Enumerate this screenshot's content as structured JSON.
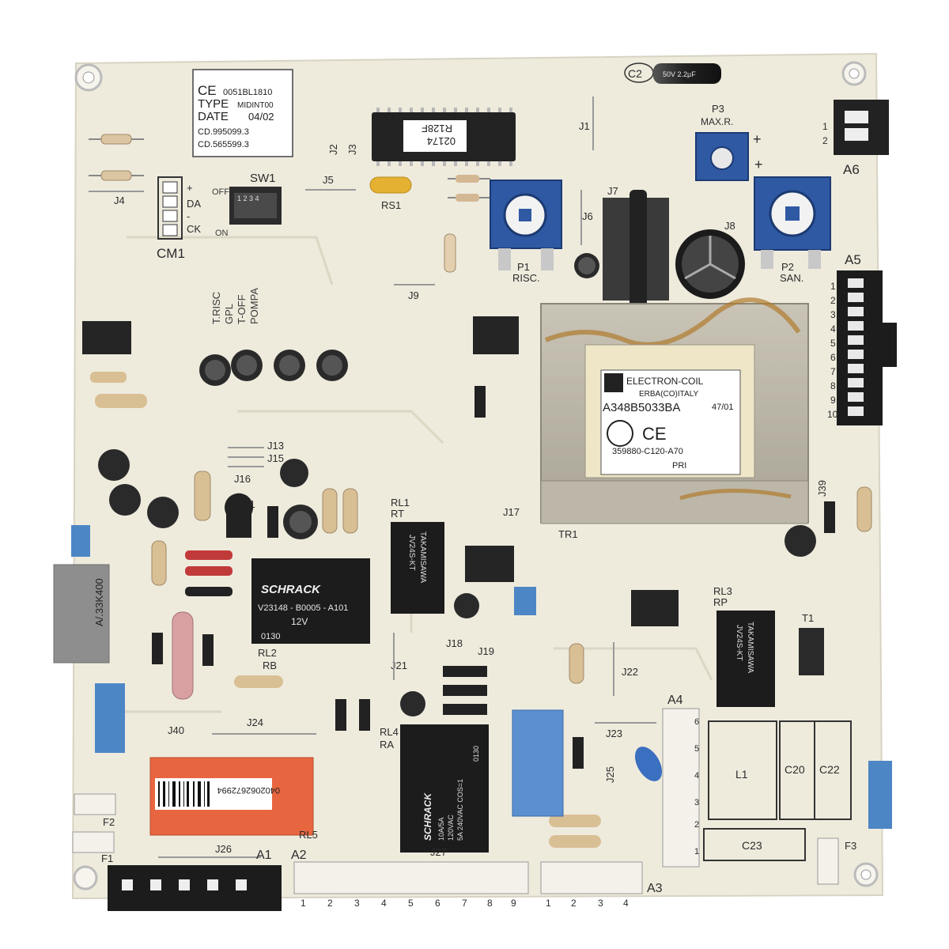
{
  "colors": {
    "board": "#eeebdd",
    "silkscreen": "#2b2b2b",
    "relay_body": "#1c1c1c",
    "trimmer_blue": "#2f59a3",
    "capacitor_blue": "#4d86c4",
    "orange_label": "#e8663f",
    "connector_white": "#f3f1ea",
    "transformer": "#d6d2c4",
    "electrolytic": "#2a2a2a"
  },
  "label_card": {
    "ce": "CE",
    "ce_code": "0051BL1810",
    "type_label": "TYPE",
    "type_value": "MIDINT00",
    "date_label": "DATE",
    "date_value": "04/02",
    "cd1": "CD.995099.3",
    "cd2": "CD.565599.3"
  },
  "chip_main": {
    "sticker_line1": "02174",
    "sticker_line2": "R128F"
  },
  "switch": {
    "name": "SW1",
    "off": "OFF",
    "on": "ON",
    "numbers": "1 2 3 4",
    "functions": [
      "T.RISC",
      "GPL",
      "T-OFF",
      "POMPA"
    ]
  },
  "cm1": {
    "name": "CM1",
    "plus": "+",
    "da": "DA",
    "minus": "-",
    "ck": "CK"
  },
  "trimmers": {
    "p1": {
      "name": "P1",
      "sub": "RISC."
    },
    "p2": {
      "name": "P2",
      "sub": "SAN."
    },
    "p3": {
      "name": "P3",
      "sub": "MAX.R."
    }
  },
  "capacitor_c2": {
    "name": "C2",
    "print": "50V 2.2µF"
  },
  "transformer": {
    "brand": "ELECTRON-COIL",
    "origin": "ERBA(CO)ITALY",
    "part": "A348B5033BA",
    "date": "47/01",
    "ce": "CE",
    "code": "359880-C120-A70",
    "pri": "PRI",
    "ref": "TR1"
  },
  "relay_main": {
    "brand": "SCHRACK",
    "part": "V23148 - B0005 - A101",
    "voltage": "12V",
    "date": "0130"
  },
  "relay_small": {
    "brand": "SCHRACK",
    "rating1": "10A/5A",
    "rating2": "120VAC",
    "rating3": "5A 240VAC COS=1",
    "code": "0130"
  },
  "relay_t": {
    "brand": "TAKAMISAWA",
    "model": "JV24S-KT"
  },
  "orange_component": {
    "code": "0402062672994"
  },
  "film_cap": {
    "print": "A/.33K400"
  },
  "labels": {
    "j1": "J1",
    "j2": "J2",
    "j3": "J3",
    "j4": "J4",
    "j5": "J5",
    "j6": "J6",
    "j7": "J7",
    "j8": "J8",
    "j9": "J9",
    "j13": "J13",
    "j15": "J15",
    "j16": "J16",
    "j17": "J17",
    "j18": "J18",
    "j19": "J19",
    "j21": "J21",
    "j22": "J22",
    "j23": "J23",
    "j24": "J24",
    "j25": "J25",
    "j26": "J26",
    "j27": "J27",
    "j39": "J39",
    "j40": "J40",
    "rs1": "RS1",
    "scr1": "SCR1",
    "rl1": "RL1",
    "rt": "RT",
    "rl2": "RL2",
    "rb": "RB",
    "rl3": "RL3",
    "rp": "RP",
    "rl4": "RL4",
    "ra": "RA",
    "rl5": "RL5",
    "t1": "T1",
    "f1": "F1",
    "f2": "F2",
    "f3": "F3",
    "l1": "L1",
    "c20": "C20",
    "c22": "C22",
    "c23": "C23",
    "a1": "A1",
    "a2": "A2",
    "a3": "A3",
    "a4": "A4",
    "a5": "A5",
    "a6": "A6",
    "a6_pin1": "1",
    "a6_pin2": "2"
  },
  "a2_pins": [
    "1",
    "2",
    "3",
    "4",
    "5",
    "6",
    "7",
    "8",
    "9"
  ],
  "a3_pins": [
    "1",
    "2",
    "3",
    "4"
  ],
  "a4_pins": [
    "6",
    "5",
    "4",
    "3",
    "2",
    "1"
  ],
  "a5_pins": [
    "1",
    "2",
    "3",
    "4",
    "5",
    "6",
    "7",
    "8",
    "9",
    "10"
  ]
}
